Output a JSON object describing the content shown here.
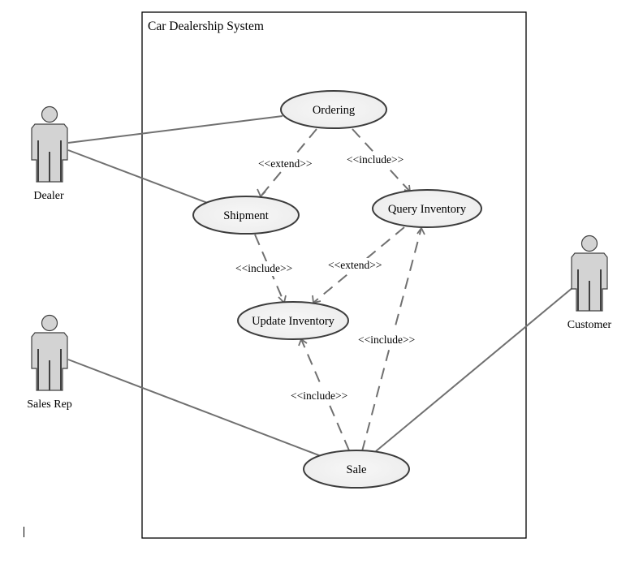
{
  "diagram": {
    "type": "use-case",
    "system": {
      "title": "Car Dealership System"
    },
    "actors": [
      {
        "id": "dealer",
        "label": "Dealer"
      },
      {
        "id": "sales_rep",
        "label": "Sales Rep"
      },
      {
        "id": "customer",
        "label": "Customer"
      }
    ],
    "use_cases": [
      {
        "id": "ordering",
        "label": "Ordering"
      },
      {
        "id": "shipment",
        "label": "Shipment"
      },
      {
        "id": "query_inventory",
        "label": "Query Inventory"
      },
      {
        "id": "update_inventory",
        "label": "Update Inventory"
      },
      {
        "id": "sale",
        "label": "Sale"
      }
    ],
    "associations": [
      {
        "from": "dealer",
        "to": "ordering"
      },
      {
        "from": "dealer",
        "to": "shipment"
      },
      {
        "from": "sales_rep",
        "to": "sale"
      },
      {
        "from": "customer",
        "to": "sale"
      }
    ],
    "relationships": [
      {
        "from": "ordering",
        "to": "shipment",
        "stereotype": "<<extend>>"
      },
      {
        "from": "ordering",
        "to": "query_inventory",
        "stereotype": "<<include>>"
      },
      {
        "from": "shipment",
        "to": "update_inventory",
        "stereotype": "<<include>>"
      },
      {
        "from": "query_inventory",
        "to": "update_inventory",
        "stereotype": "<<extend>>"
      },
      {
        "from": "sale",
        "to": "query_inventory",
        "stereotype": "<<include>>"
      },
      {
        "from": "sale",
        "to": "update_inventory",
        "stereotype": "<<include>>"
      }
    ]
  },
  "colors": {
    "actor_fill": "#d3d3d3",
    "usecase_fill": "#f2f2f2",
    "line": "#6e6e6e",
    "outline": "#404040"
  }
}
